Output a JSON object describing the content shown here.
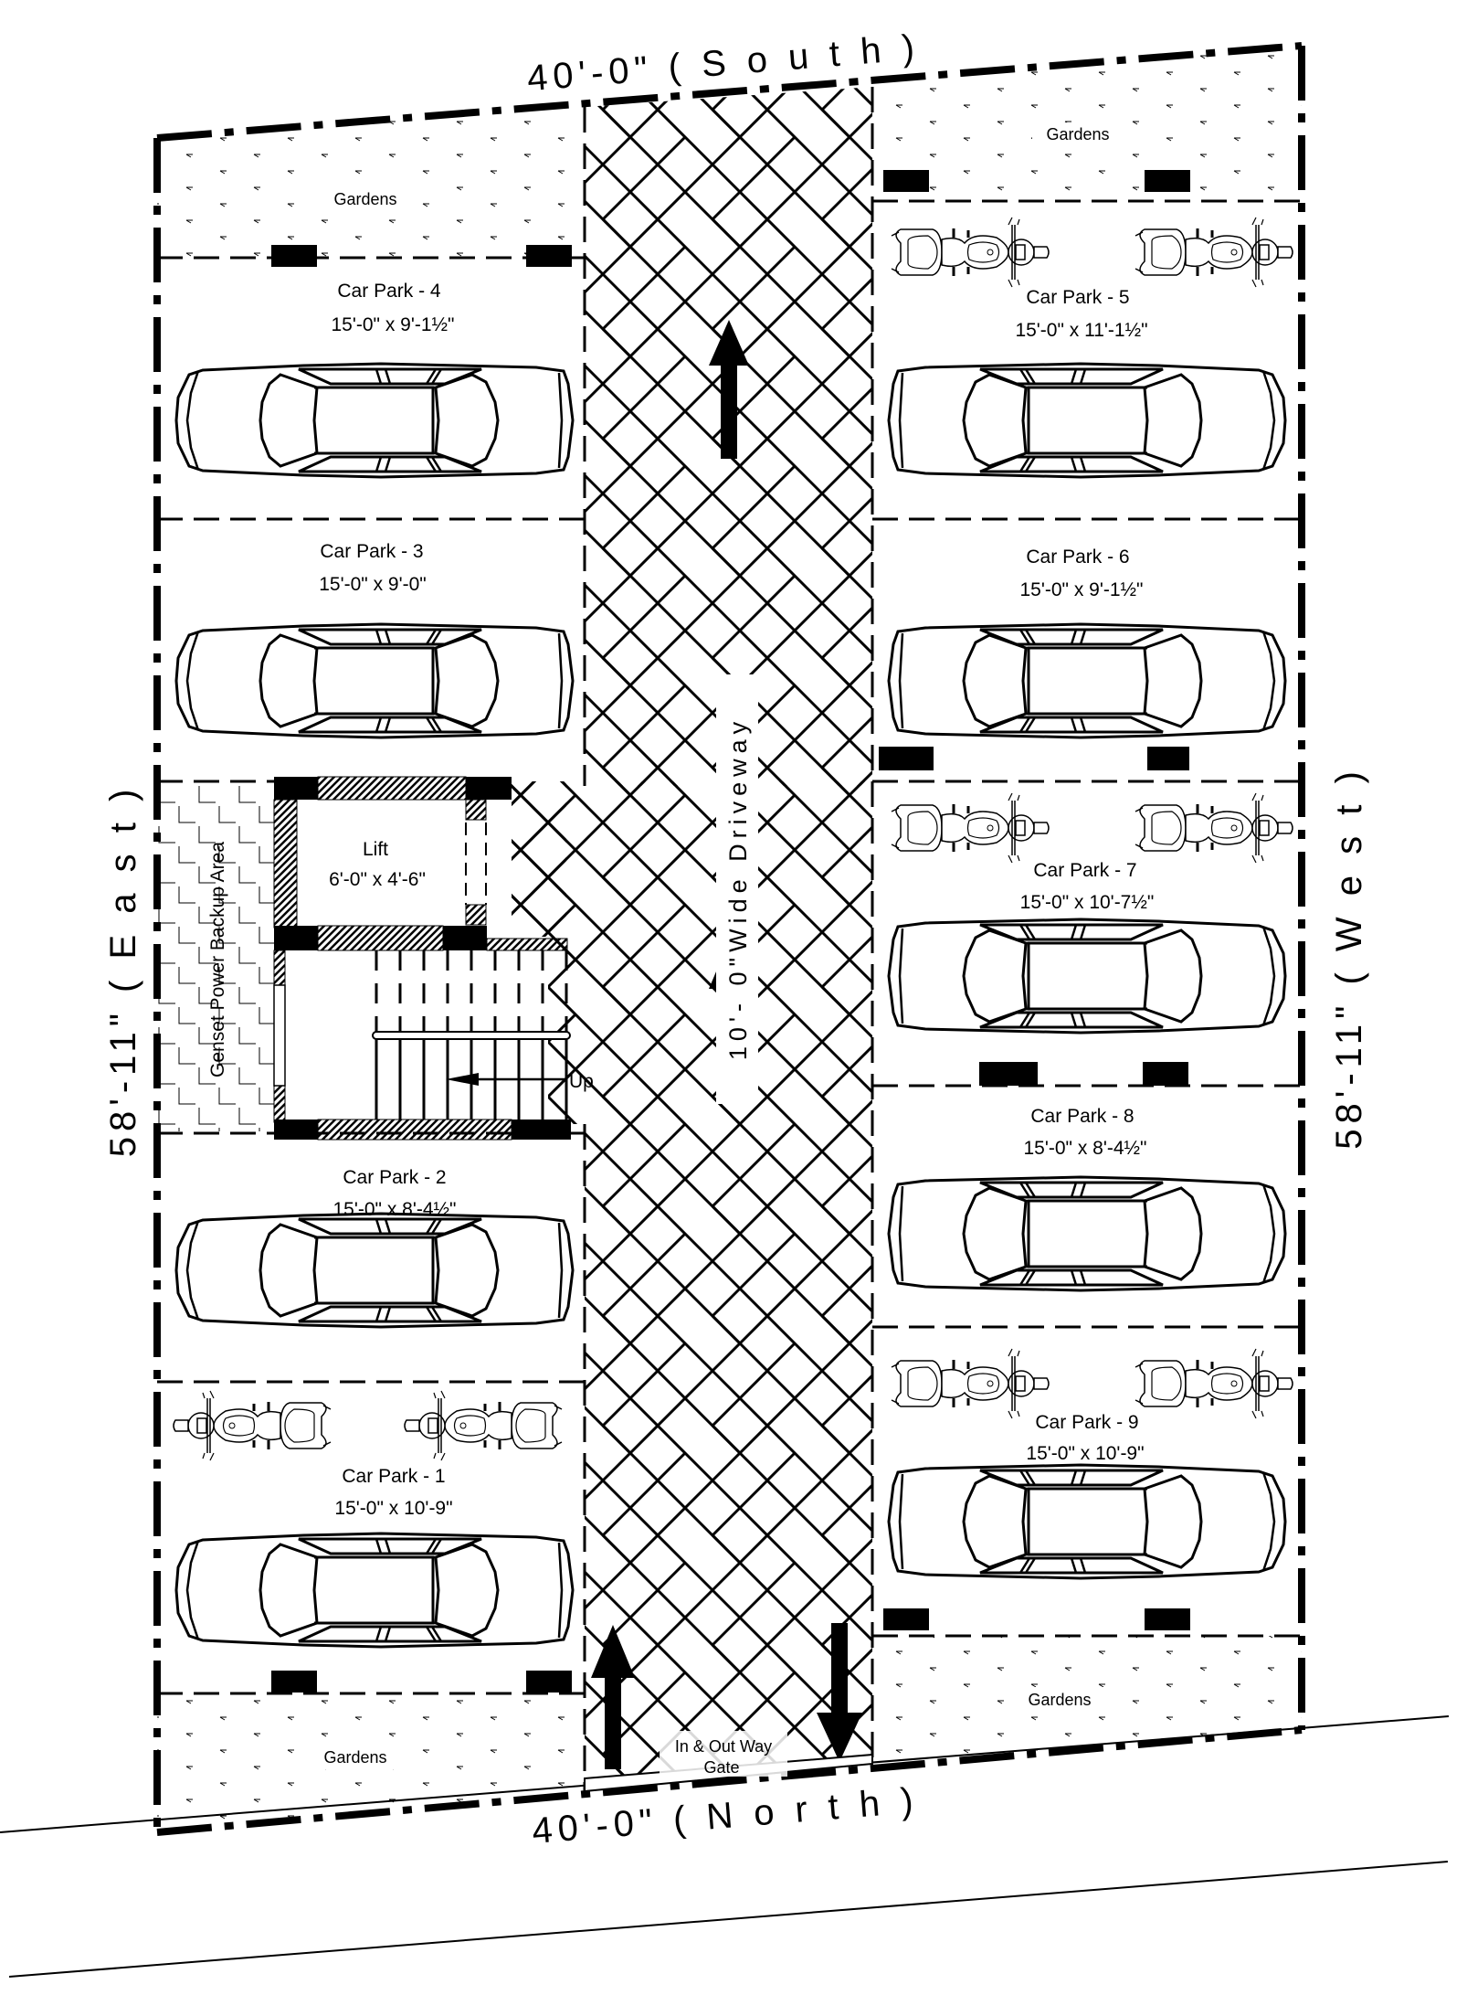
{
  "plan": {
    "boundary": {
      "south": "40'-0\" ( S o u t h )",
      "north": "40'-0\" ( N o r t h )",
      "east": "58'-11\" ( E a s t )",
      "west": "58'-11\" ( W e s t )"
    },
    "driveway": {
      "label": "10'- 0\"Wide Driveway"
    },
    "gate": {
      "line1": "In & Out Way",
      "line2": "Gate"
    },
    "gardens": [
      {
        "label": "Gardens"
      },
      {
        "label": "Gardens"
      },
      {
        "label": "Gardens"
      },
      {
        "label": "Gardens"
      }
    ],
    "car_parks": [
      {
        "name": "Car Park - 1",
        "size": "15'-0\" x 10'-9\"",
        "bikes": 2
      },
      {
        "name": "Car Park - 2",
        "size": "15'-0\" x 8'-4½\"",
        "bikes": 0
      },
      {
        "name": "Car Park - 3",
        "size": "15'-0\" x 9'-0\"",
        "bikes": 0
      },
      {
        "name": "Car Park - 4",
        "size": "15'-0\" x 9'-1½\"",
        "bikes": 0
      },
      {
        "name": "Car Park - 5",
        "size": "15'-0\" x 11'-1½\"",
        "bikes": 2
      },
      {
        "name": "Car Park - 6",
        "size": "15'-0\" x 9'-1½\"",
        "bikes": 0
      },
      {
        "name": "Car Park - 7",
        "size": "15'-0\" x 10'-7½\"",
        "bikes": 2
      },
      {
        "name": "Car Park - 8",
        "size": "15'-0\" x 8'-4½\"",
        "bikes": 0
      },
      {
        "name": "Car Park - 9",
        "size": "15'-0\" x 10'-9\"",
        "bikes": 2
      }
    ],
    "lift": {
      "label": "Lift",
      "size": "6'-0\" x 4'-6\""
    },
    "stair": {
      "label": "Up"
    },
    "genset": {
      "label": "Genset Power Backup Area"
    }
  }
}
